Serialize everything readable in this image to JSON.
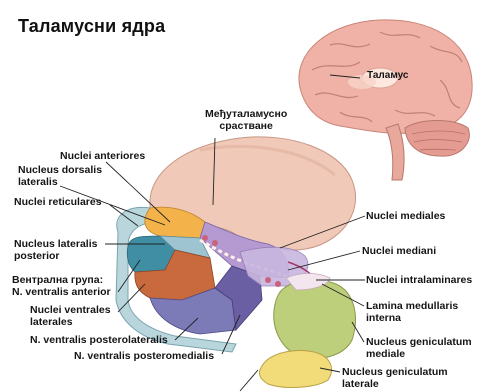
{
  "title": "Таламусни ядра",
  "inset_label": "Таламус",
  "labels": {
    "interthalamic_1": "Међуталамусно",
    "interthalamic_2": "срастване",
    "nuclei_anteriores": "Nuclei anteriores",
    "dorsalis_1": "Nucleus dorsalis",
    "dorsalis_2": "lateralis",
    "reticulares": "Nuclei reticulares",
    "lat_post_1": "Nucleus lateralis",
    "lat_post_2": "posterior",
    "ventral_group_1": "Вентрална група:",
    "ventral_group_2": "N. ventralis anterior",
    "ventrales_lat_1": "Nuclei ventrales",
    "ventrales_lat_2": "laterales",
    "posterolateralis": "N. ventralis posterolateralis",
    "posteromedialis": "N. ventralis posteromedialis",
    "mediales": "Nuclei mediales",
    "mediani": "Nuclei mediani",
    "intralaminares": "Nuclei intralaminares",
    "lamina_1": "Lamina medullaris",
    "lamina_2": "interna",
    "gen_med_1": "Nucleus geniculatum",
    "gen_med_2": "mediale",
    "gen_lat_1": "Nucleus geniculatum",
    "gen_lat_2": "laterale"
  },
  "colors": {
    "anterior": "#f0c9b8",
    "dorsal_lateral": "#f3b24a",
    "reticular": "#b9d6dd",
    "medial": "#b49ad1",
    "ventral_anterior": "#3f8ea4",
    "ventral_lateral": "#c8693e",
    "posterolateral": "#7d7ab8",
    "geniculate_medial": "#bdcf7a",
    "geniculate_lateral": "#f2dc7a"
  }
}
